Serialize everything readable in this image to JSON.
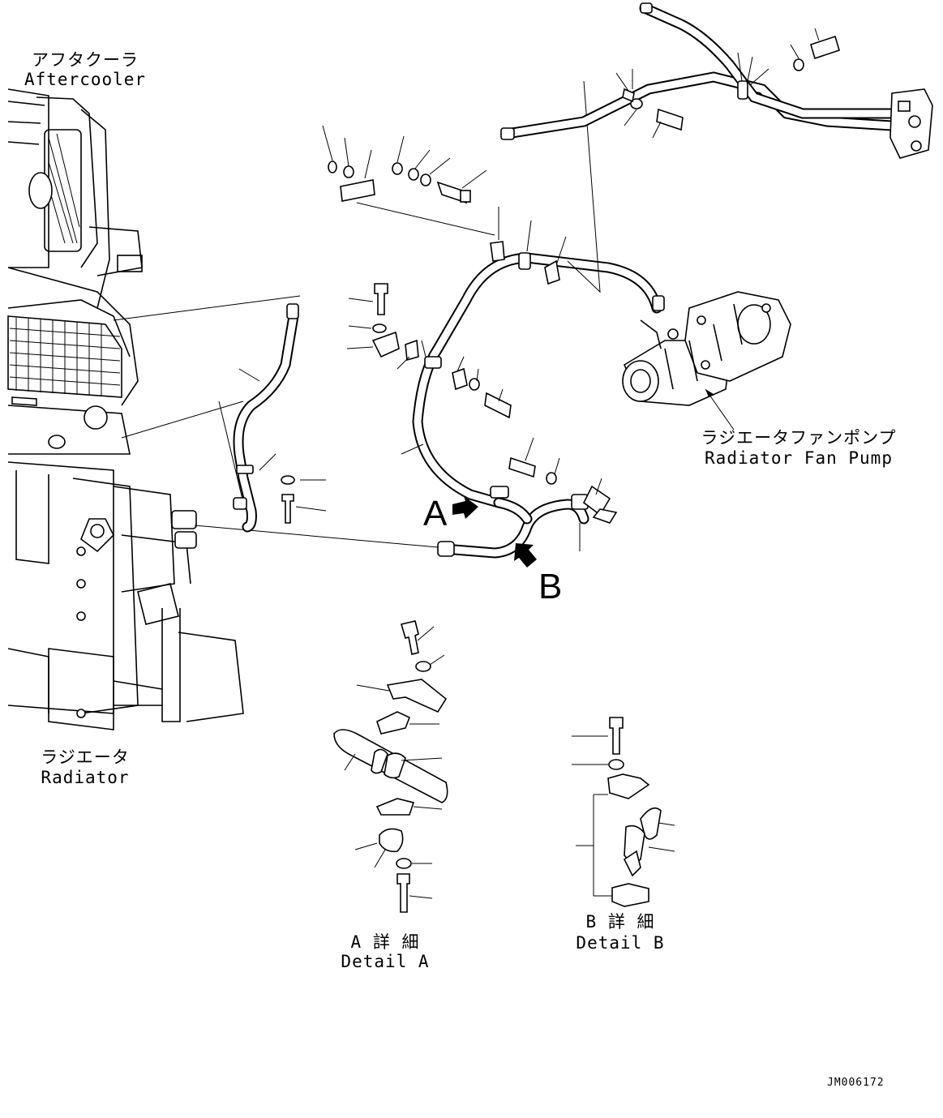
{
  "labels": {
    "aftercooler_jp": "アフタクーラ",
    "aftercooler_en": "Aftercooler",
    "radiator_jp": "ラジエータ",
    "radiator_en": "Radiator",
    "fan_pump_jp": "ラジエータファンポンプ",
    "fan_pump_en": "Radiator Fan Pump",
    "detail_a_jp": "A 詳 細",
    "detail_a_en": "Detail A",
    "detail_b_jp": "B 詳 細",
    "detail_b_en": "Detail B",
    "arrow_a": "A",
    "arrow_b": "B",
    "drawing_code": "JM006172"
  }
}
